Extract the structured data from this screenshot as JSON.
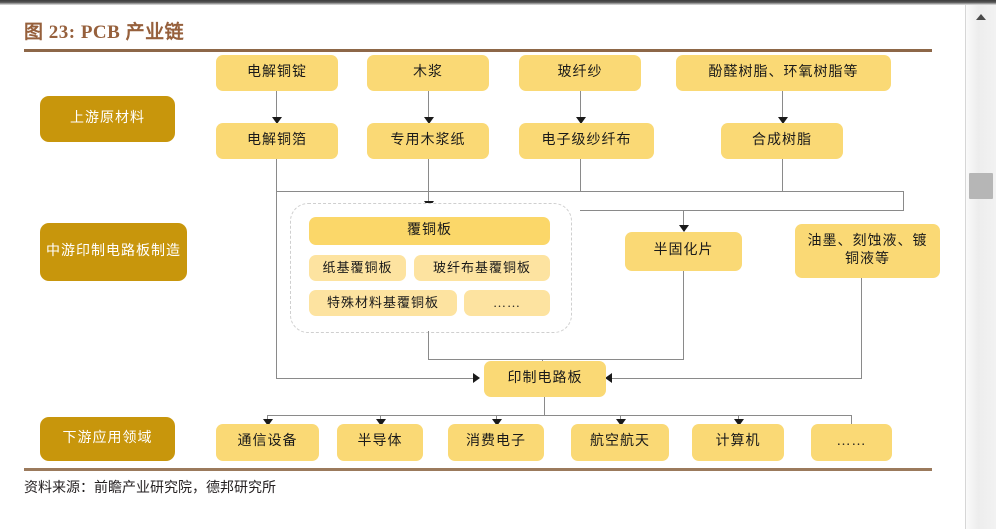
{
  "figure": {
    "title": "图 23: PCB 产业链",
    "source": "资料来源：前瞻产业研究院，德邦研究所",
    "title_color": "#96603c",
    "rule_color": "#8d6748",
    "node_color": "#fad975",
    "node_light_color": "#fde3a0",
    "stage_color": "#c8960c"
  },
  "stages": [
    {
      "label": "上游原材料"
    },
    {
      "label": "中游印制电路板制造"
    },
    {
      "label": "下游应用领域"
    }
  ],
  "upstream_raw": [
    {
      "label": "电解铜锭"
    },
    {
      "label": "木浆"
    },
    {
      "label": "玻纤纱"
    },
    {
      "label": "酚醛树脂、环氧树脂等"
    }
  ],
  "upstream_processed": [
    {
      "label": "电解铜箔"
    },
    {
      "label": "专用木浆纸"
    },
    {
      "label": "电子级纱纤布"
    },
    {
      "label": "合成树脂"
    }
  ],
  "midstream": {
    "group_title": "覆铜板",
    "group_items": [
      {
        "label": "纸基覆铜板"
      },
      {
        "label": "玻纤布基覆铜板"
      },
      {
        "label": "特殊材料基覆铜板"
      },
      {
        "label": "……"
      }
    ],
    "prepreg": {
      "label": "半固化片"
    },
    "chemicals": {
      "label": "油墨、刻蚀液、镀铜液等"
    },
    "pcb": {
      "label": "印制电路板"
    }
  },
  "downstream": [
    {
      "label": "通信设备"
    },
    {
      "label": "半导体"
    },
    {
      "label": "消费电子"
    },
    {
      "label": "航空航天"
    },
    {
      "label": "计算机"
    },
    {
      "label": "……"
    }
  ],
  "scrollbar": {
    "up_icon": "triangle-up"
  }
}
